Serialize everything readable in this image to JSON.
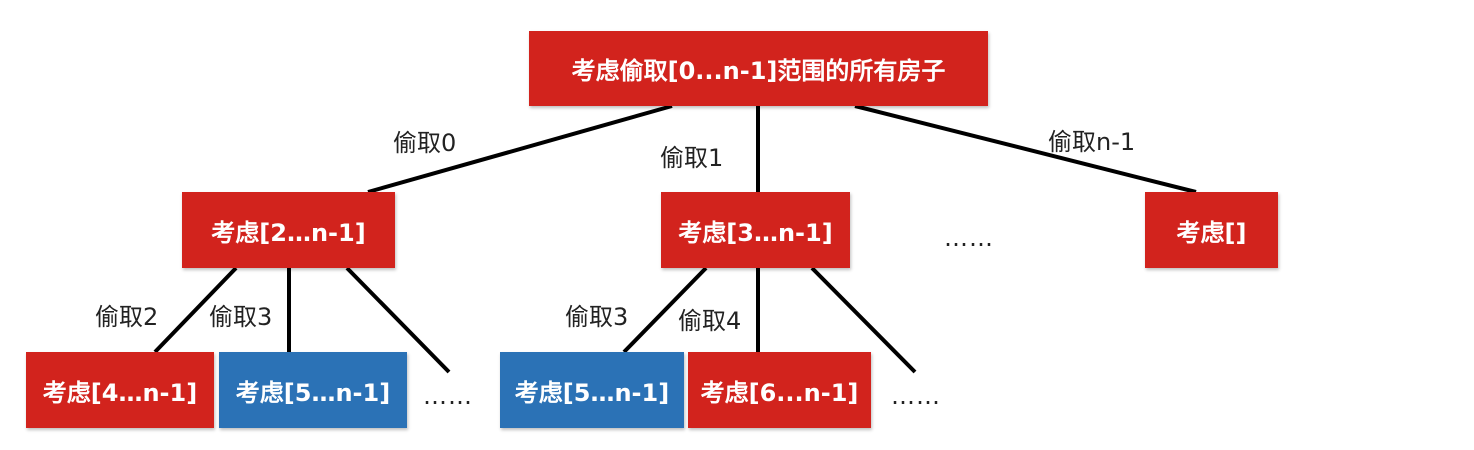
{
  "colors": {
    "red_node": "#d2231d",
    "blue_node": "#2b72b6",
    "edge": "#000000",
    "text": "#222222"
  },
  "nodes": {
    "root": {
      "label": "考虑偷取[0...n-1]范围的所有房子",
      "color": "red"
    },
    "l1_a": {
      "label": "考虑[2…n-1]",
      "color": "red"
    },
    "l1_b": {
      "label": "考虑[3…n-1]",
      "color": "red"
    },
    "l1_c": {
      "label": "考虑[]",
      "color": "red"
    },
    "l2_a": {
      "label": "考虑[4…n-1]",
      "color": "red"
    },
    "l2_b": {
      "label": "考虑[5…n-1]",
      "color": "blue"
    },
    "l2_c": {
      "label": "考虑[5…n-1]",
      "color": "blue"
    },
    "l2_d": {
      "label": "考虑[6...n-1]",
      "color": "red"
    }
  },
  "edge_labels": {
    "root_l1a": "偷取0",
    "root_l1b": "偷取1",
    "root_l1c": "偷取n-1",
    "l1a_l2a": "偷取2",
    "l1a_l2b": "偷取3",
    "l1b_l2c": "偷取3",
    "l1b_l2d": "偷取4"
  },
  "ellipses": {
    "level1": "……",
    "level2_left": "……",
    "level2_right": "……"
  }
}
